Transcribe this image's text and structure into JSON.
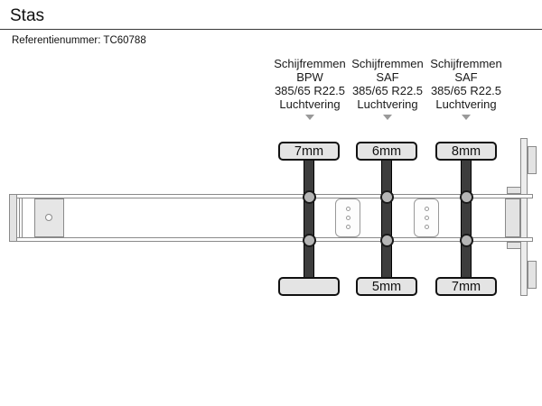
{
  "header": {
    "title": "Stas",
    "reference": "Referentienummer: TC60788"
  },
  "axle_columns": [
    {
      "brake_type": "Schijfremmen",
      "brand": "BPW",
      "tire_size": "385/65 R22.5",
      "suspension": "Luchtvering",
      "tread_top": "7mm",
      "tread_bottom": ""
    },
    {
      "brake_type": "Schijfremmen",
      "brand": "SAF",
      "tire_size": "385/65 R22.5",
      "suspension": "Luchtvering",
      "tread_top": "6mm",
      "tread_bottom": "5mm"
    },
    {
      "brake_type": "Schijfremmen",
      "brand": "SAF",
      "tire_size": "385/65 R22.5",
      "suspension": "Luchtvering",
      "tread_top": "8mm",
      "tread_bottom": "7mm"
    }
  ],
  "icons": {
    "arrow_down": "triangle-down",
    "kingpin": "circle",
    "stiffener_holes": "three-dots-vertical"
  },
  "colors": {
    "background": "#ffffff",
    "text": "#1a1a1a",
    "title_rule": "#3a3a3a",
    "beam_outline": "#8a8a8a",
    "grey_panel_fill": "#e3e3e3",
    "tread_box_fill": "#e4e4e4",
    "tread_box_border": "#111111",
    "axle_bar": "#3d3d3d",
    "hub_fill": "#b5b5b5",
    "arrow": "#999999"
  }
}
